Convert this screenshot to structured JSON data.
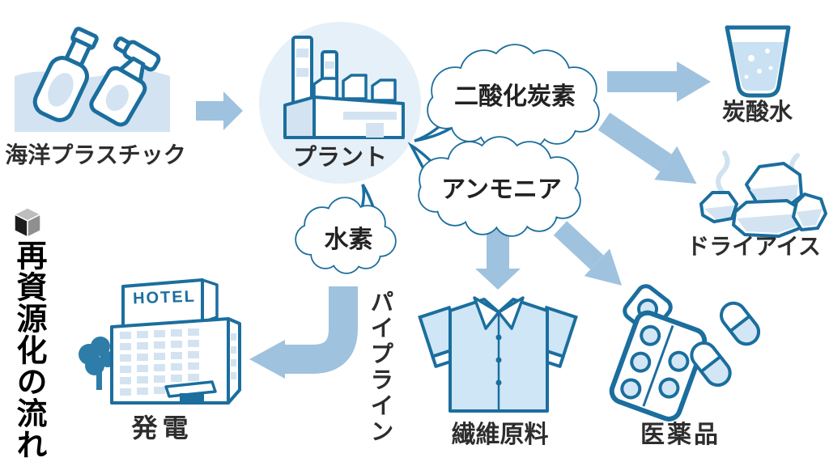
{
  "legend": {
    "title": "再資源化の流れ",
    "icon": "cube-icon"
  },
  "flow": {
    "ocean_plastic_label": "海洋プラスチック",
    "plant_label": "プラント",
    "co2_bubble": "二酸化炭素",
    "ammonia_bubble": "アンモニア",
    "hydrogen_bubble": "水素",
    "pipeline_label": "パイプライン",
    "power_label": "発電",
    "hotel_sign": "HOTEL",
    "soda_label": "炭酸水",
    "dry_ice_label": "ドライアイス",
    "fiber_label": "繊維原料",
    "pharma_label": "医薬品"
  },
  "colors": {
    "outline": "#1b6e9e",
    "arrow": "#9fc2df",
    "light_fill": "#d3e3f1",
    "plant_halo": "#e6f0f9",
    "tree": "#2e7ca8",
    "label_text": "#2d2d2d",
    "title_text": "#000000"
  }
}
